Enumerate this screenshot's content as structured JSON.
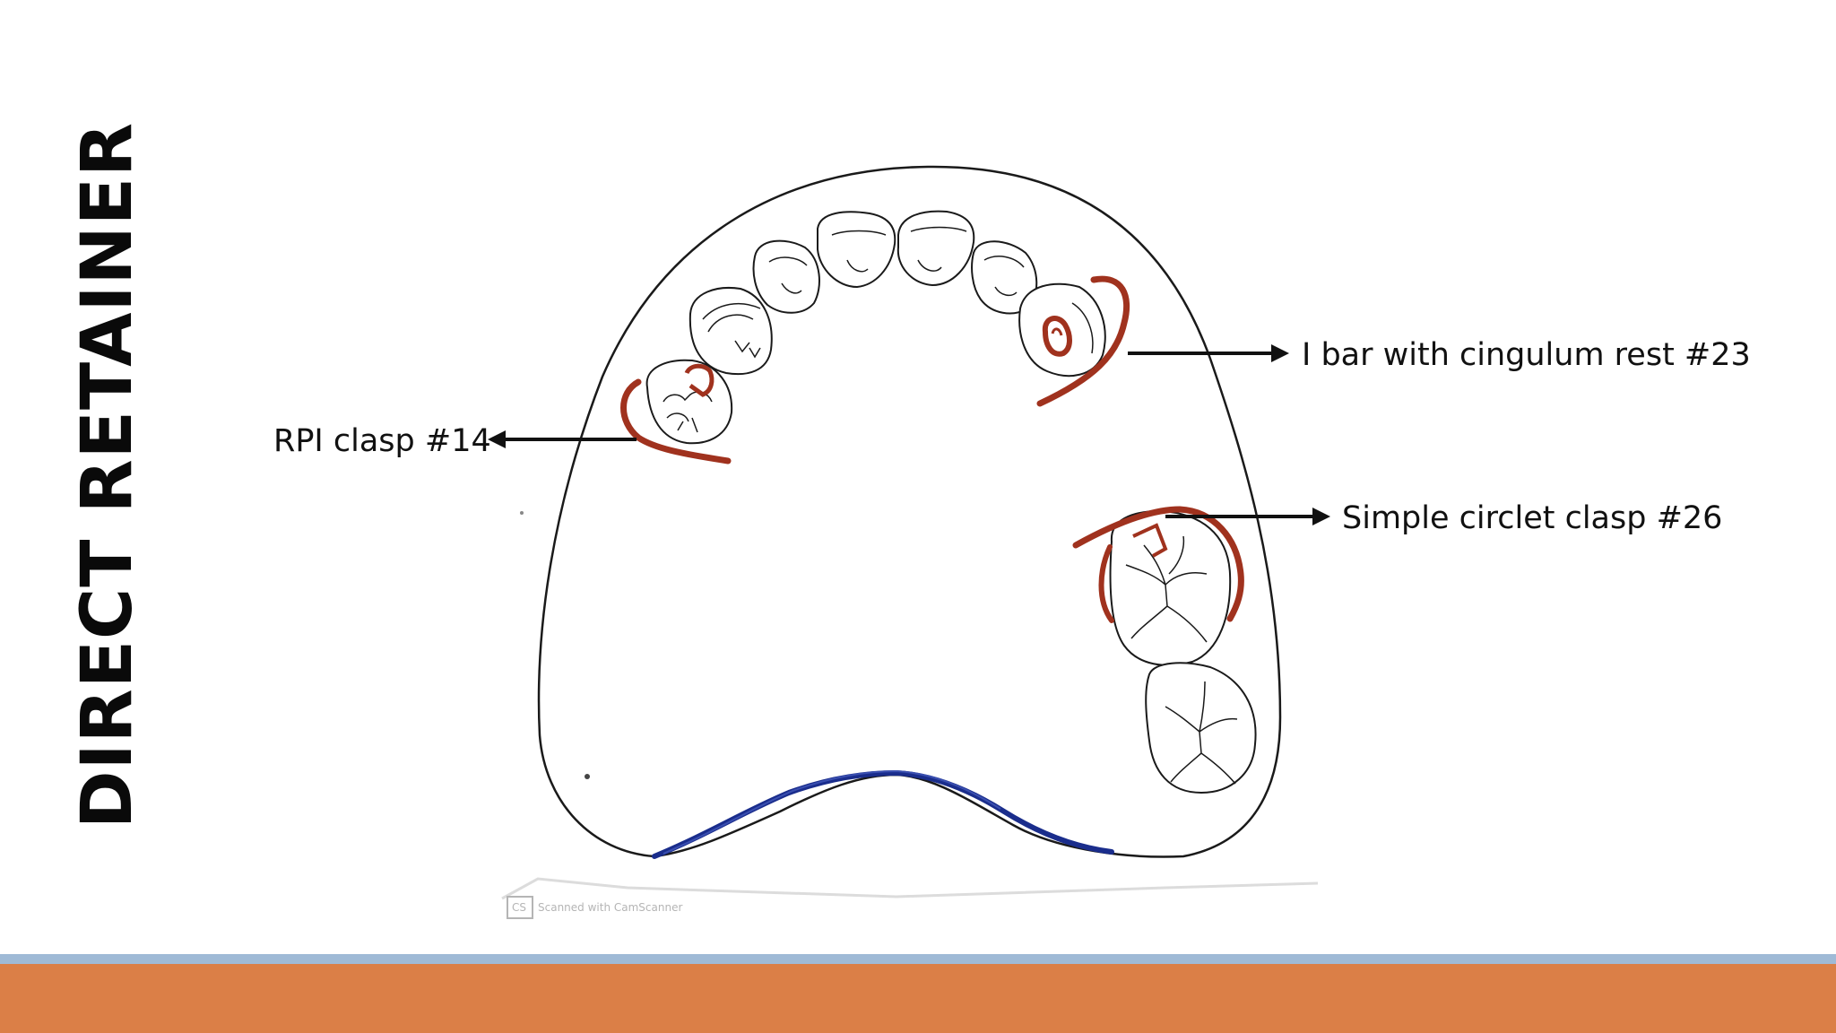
{
  "slide": {
    "title": "DIRECT RETAINER"
  },
  "labels": {
    "rpi_clasp": "RPI clasp #14",
    "i_bar": "I bar with cingulum rest #23",
    "circlet_clasp": "Simple circlet clasp #26"
  },
  "watermark": {
    "badge": "CS",
    "text": "Scanned with CamScanner"
  },
  "colors": {
    "clasp": "#a0321e",
    "palate_line": "#1a2d8c",
    "outline": "#1a1a1a",
    "footer_stripe": "#9fbad6",
    "footer_bar": "#db7f47"
  }
}
